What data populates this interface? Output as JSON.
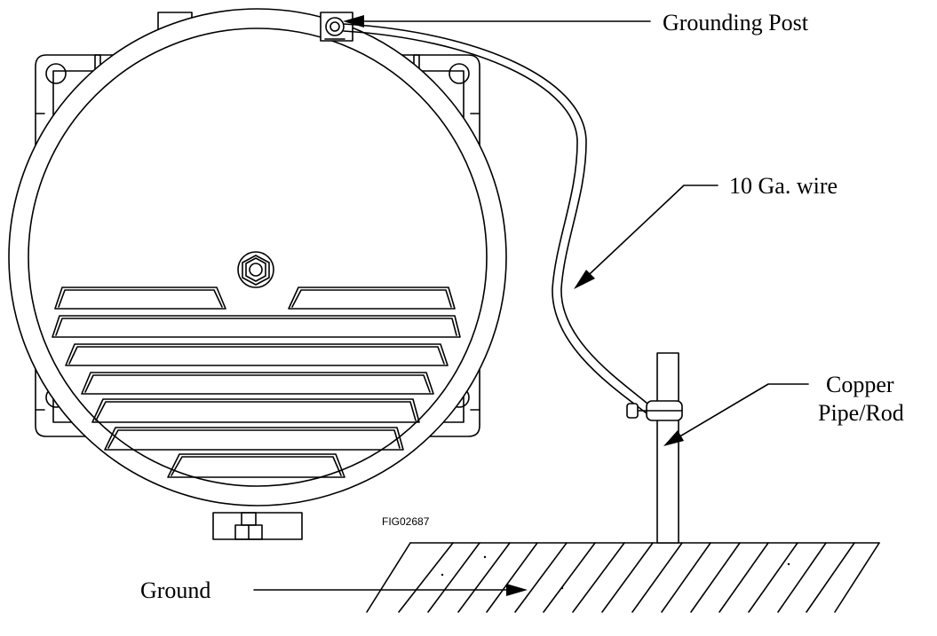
{
  "labels": {
    "grounding_post": "Grounding Post",
    "wire": "10 Ga. wire",
    "copper_line1": "Copper",
    "copper_line2": "Pipe/Rod",
    "ground": "Ground"
  },
  "figure_id": "FIG02687"
}
